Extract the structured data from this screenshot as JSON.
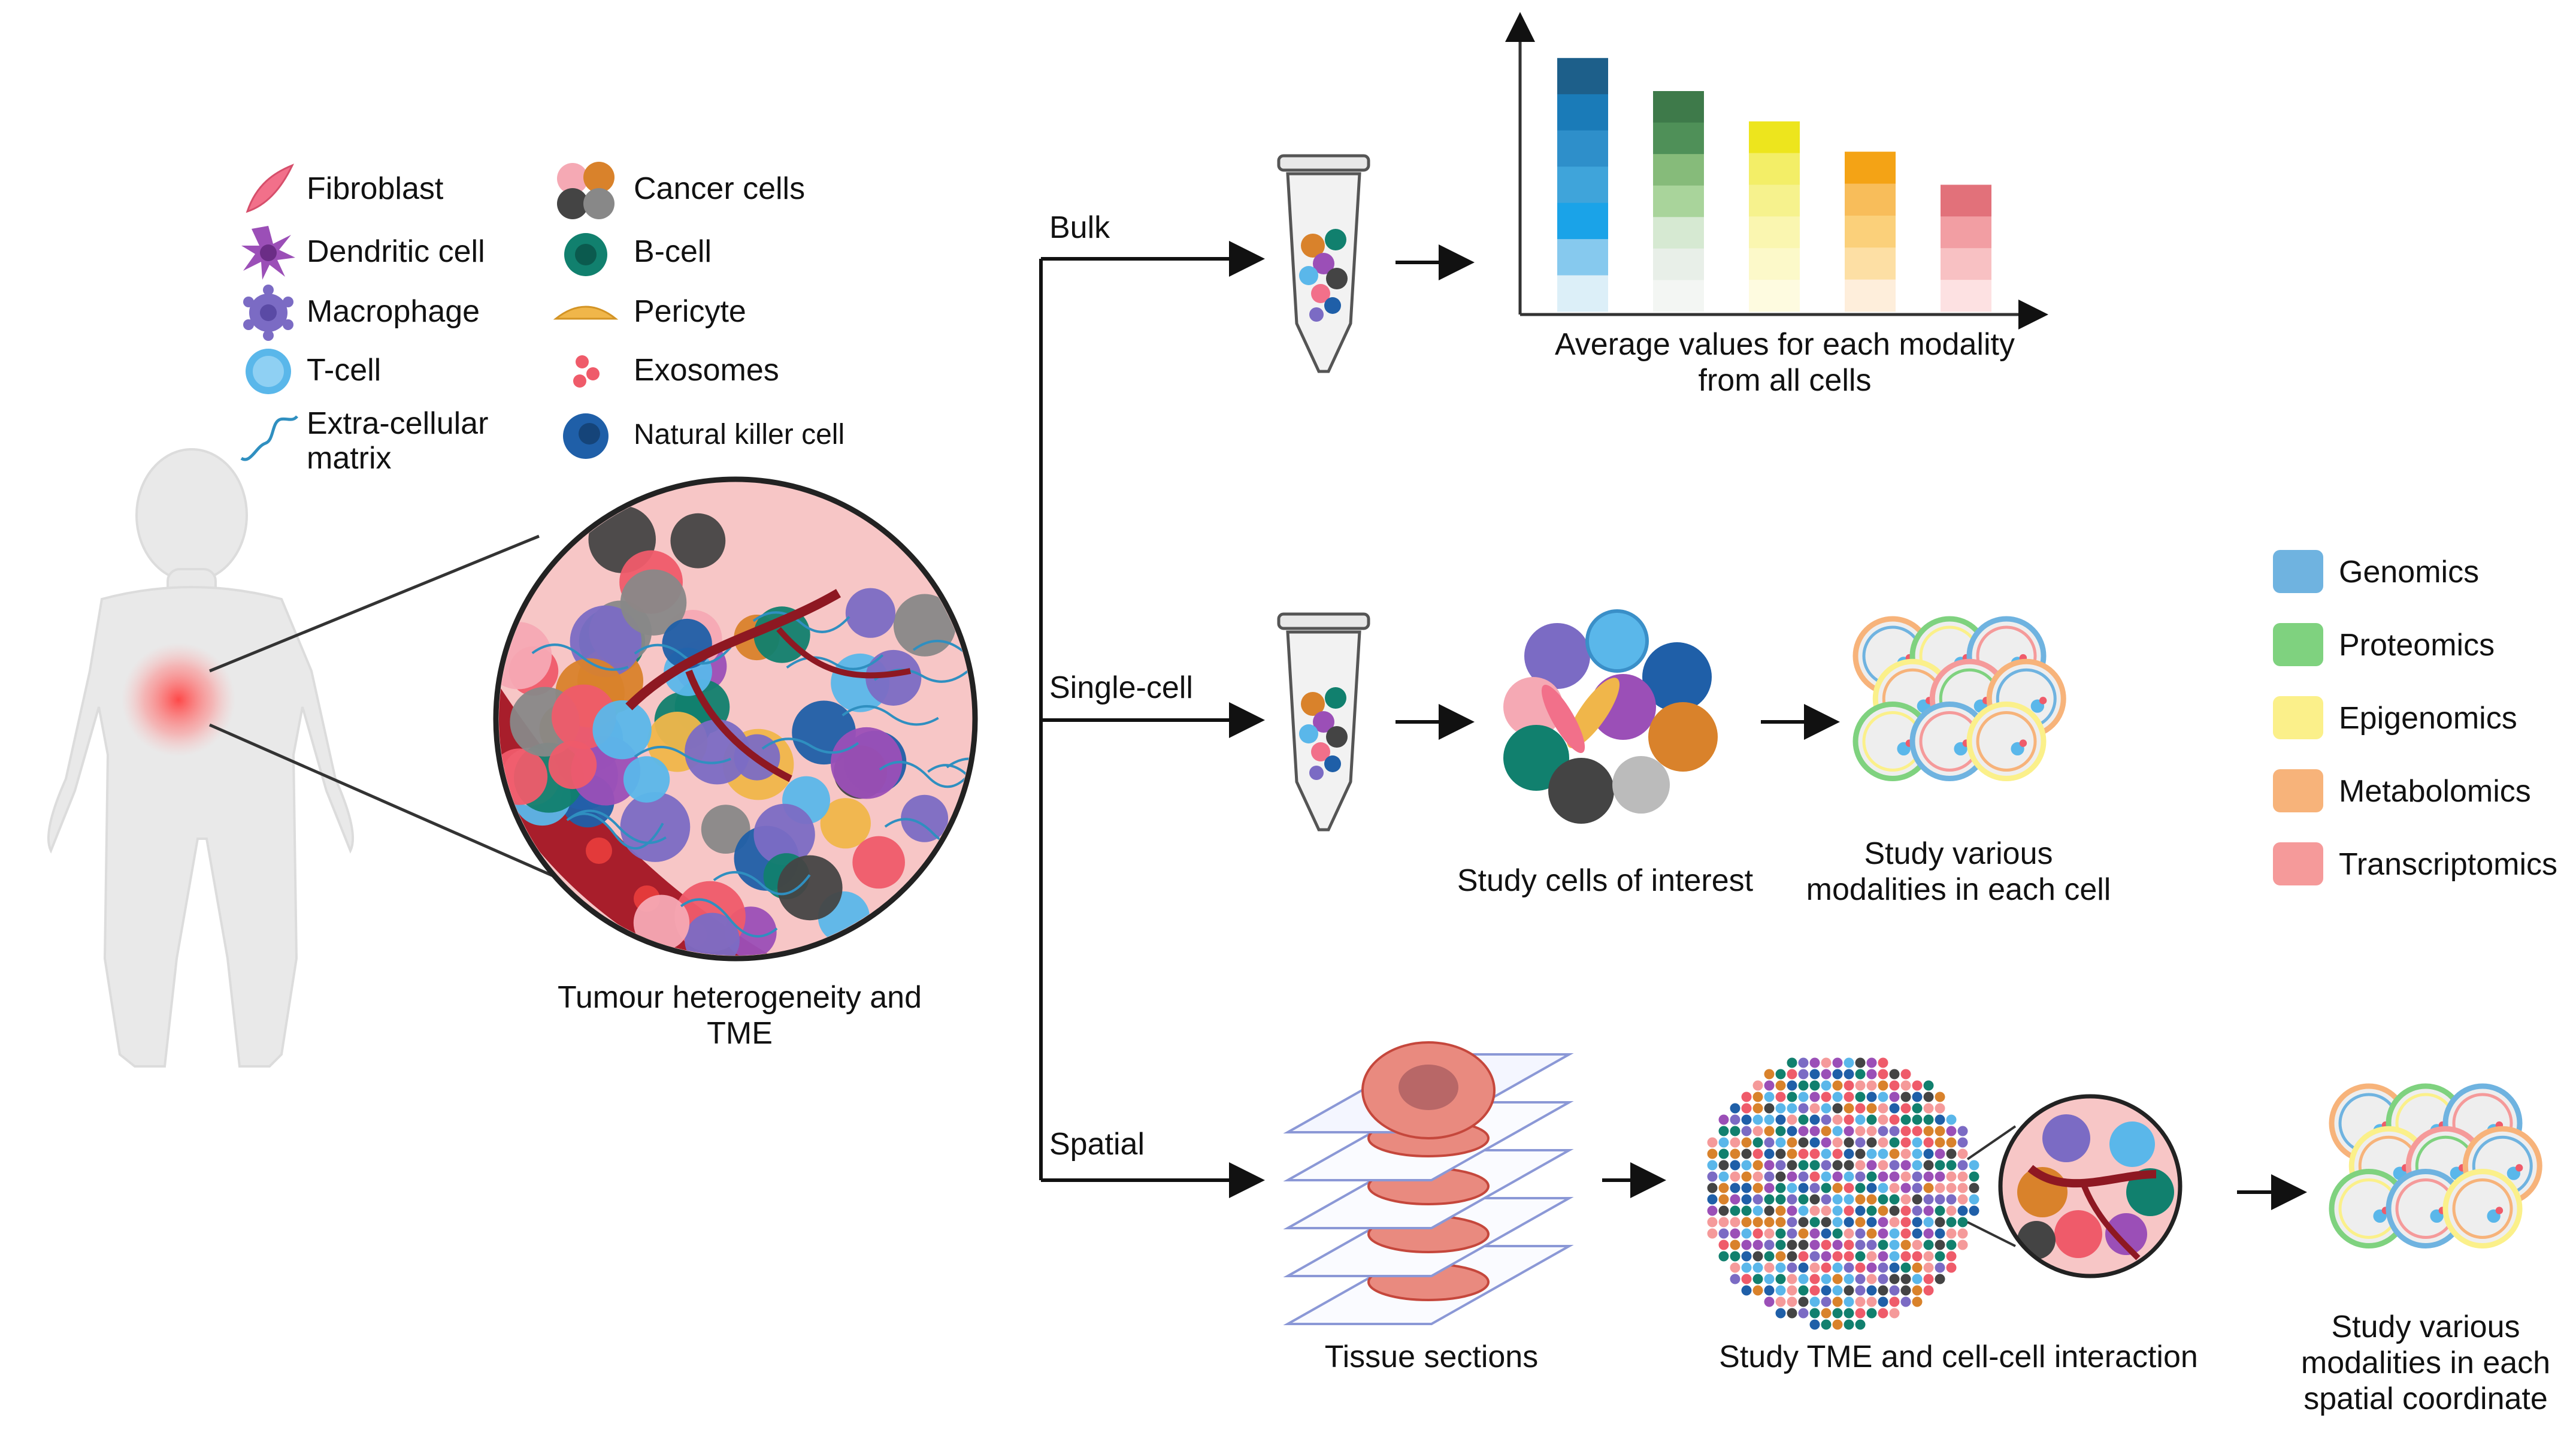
{
  "legend": {
    "cell_types": [
      {
        "label": "Fibroblast",
        "icon": "fibroblast-icon",
        "color": "#f2708a"
      },
      {
        "label": "Dendritic cell",
        "icon": "dendritic-cell-icon",
        "color": "#9b4fb7"
      },
      {
        "label": "Macrophage",
        "icon": "macrophage-icon",
        "color": "#7b6bc4"
      },
      {
        "label": "T-cell",
        "icon": "t-cell-icon",
        "color": "#5ab7ea"
      },
      {
        "label": "Extra-cellular",
        "label_line2": "matrix",
        "icon": "ecm-icon",
        "color": "#2f8fc0"
      },
      {
        "label": "Cancer cells",
        "icon": "cancer-cells-icon",
        "color": "#d9822b"
      },
      {
        "label": "B-cell",
        "icon": "b-cell-icon",
        "color": "#11806e"
      },
      {
        "label": "Pericyte",
        "icon": "pericyte-icon",
        "color": "#f0b64a"
      },
      {
        "label": "Exosomes",
        "icon": "exosomes-icon",
        "color": "#ef5b6a"
      },
      {
        "label": "Natural killer cell",
        "icon": "nk-cell-icon",
        "color": "#1f5fa8"
      }
    ]
  },
  "tumour": {
    "caption_line1": "Tumour heterogeneity and",
    "caption_line2": "TME"
  },
  "branches": {
    "bulk": "Bulk",
    "single_cell": "Single-cell",
    "spatial": "Spatial"
  },
  "bulk": {
    "caption_line1": "Average values for each modality",
    "caption_line2": "from all cells"
  },
  "single_cell": {
    "cells_caption": "Study cells of interest",
    "modalities_caption_line1": "Study various",
    "modalities_caption_line2": "modalities in each cell"
  },
  "spatial": {
    "tissue_caption": "Tissue sections",
    "tme_caption": "Study TME and cell-cell interaction",
    "coord_caption_line1": "Study various",
    "coord_caption_line2": "modalities in each",
    "coord_caption_line3": "spatial coordinate"
  },
  "modalities": [
    {
      "label": "Genomics",
      "color": "#6fb3e0"
    },
    {
      "label": "Proteomics",
      "color": "#7fd27f"
    },
    {
      "label": "Epigenomics",
      "color": "#fbf08a"
    },
    {
      "label": "Metabolomics",
      "color": "#f7b37a"
    },
    {
      "label": "Transcriptomics",
      "color": "#f59a9a"
    }
  ],
  "chart_data": {
    "type": "bar",
    "categories": [
      "",
      "",
      "",
      "",
      ""
    ],
    "values": [
      0.92,
      0.8,
      0.69,
      0.58,
      0.46
    ],
    "ylim": [
      0,
      1
    ],
    "series_colors": [
      "#1f6fa6",
      "#3e8a4f",
      "#e8e31c",
      "#f3a417",
      "#e36f78"
    ],
    "stack_fades": [
      [
        "#1d5f8a",
        "#1a7bb8",
        "#2e8fca",
        "#3fa4da",
        "#1aa3e8",
        "#86c9ee",
        "#dcefF8"
      ],
      [
        "#3e7a4a",
        "#4f9058",
        "#86bb7a",
        "#a9d49b",
        "#d6e9d2",
        "#e8efe8",
        "#f3f6f3"
      ],
      [
        "#ede51d",
        "#f3ee67",
        "#f6f28d",
        "#faf6b0",
        "#fcf9c9",
        "#fefbe0"
      ],
      [
        "#f4a315",
        "#f8bd5a",
        "#fbd07a",
        "#fddfa4",
        "#feeedb"
      ],
      [
        "#e2717a",
        "#f29ea3",
        "#f8c1c3",
        "#fde1e2"
      ]
    ]
  }
}
